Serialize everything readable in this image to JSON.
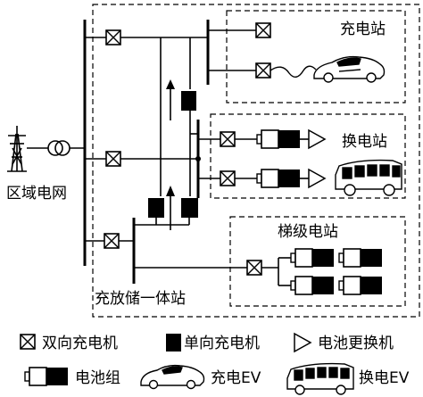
{
  "labels": {
    "charging_station": "充电站",
    "swap_station": "换电站",
    "cascade_station": "梯级电站",
    "integrated_station": "充放储一体站",
    "regional_grid": "区域电网"
  },
  "legend": {
    "bidirectional_charger": "双向充电机",
    "unidirectional_charger": "单向充电机",
    "battery_swapper": "电池更换机",
    "battery_pack": "电池组",
    "charging_ev": "充电EV",
    "swap_ev": "换电EV"
  }
}
